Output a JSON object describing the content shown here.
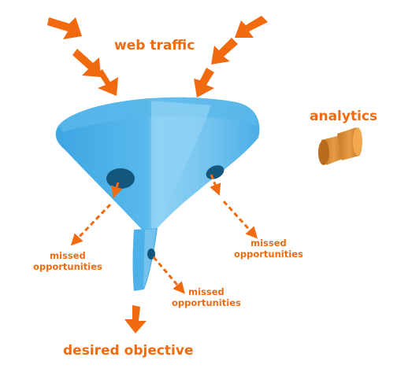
{
  "labels": {
    "web_traffic": "web traffic",
    "analytics": "analytics",
    "desired_objective": "desired objective",
    "missed_left": "missed\nopportunities",
    "missed_right": "missed\nopportunities",
    "missed_bottom": "missed\nopportunities"
  },
  "colors": {
    "accent": "#f26a10",
    "funnel_light": "#7ec8f0",
    "funnel_main": "#4bb1e8",
    "funnel_dark": "#2a8fcb",
    "hole": "#13577e",
    "analytics_tube": "#d9872f"
  },
  "icons": {
    "funnel": "funnel-icon",
    "analytics": "analytics-tube-icon",
    "arrow": "arrow-icon"
  }
}
